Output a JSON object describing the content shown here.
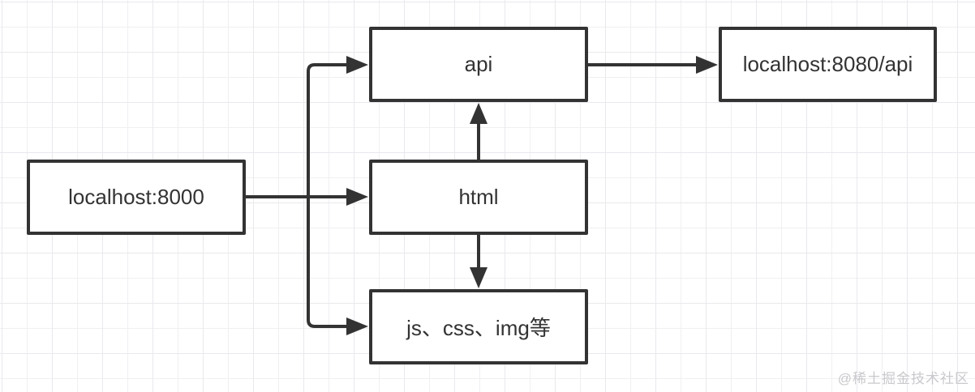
{
  "diagram": {
    "nodes": [
      {
        "id": "localhost-8000",
        "label": "localhost:8000"
      },
      {
        "id": "api",
        "label": "api"
      },
      {
        "id": "html",
        "label": "html"
      },
      {
        "id": "assets",
        "label": "js、css、img等"
      },
      {
        "id": "localhost-8080-api",
        "label": "localhost:8080/api"
      }
    ],
    "edges": [
      {
        "from": "localhost-8000",
        "to": "api",
        "arrow": "end"
      },
      {
        "from": "localhost-8000",
        "to": "html",
        "arrow": "end"
      },
      {
        "from": "localhost-8000",
        "to": "assets",
        "arrow": "end"
      },
      {
        "from": "api",
        "to": "localhost-8080-api",
        "arrow": "end"
      },
      {
        "from": "html",
        "to": "api",
        "arrow": "end"
      },
      {
        "from": "html",
        "to": "assets",
        "arrow": "end"
      }
    ]
  },
  "watermark": {
    "text": "@稀土掘金技术社区"
  },
  "colors": {
    "stroke": "#333333",
    "node_border": "#333333",
    "node_fill": "#ffffff",
    "text": "#333333",
    "grid_minor": "#f0f0f3",
    "grid_major": "#e9e9ee",
    "background": "#ffffff",
    "watermark": "#c9c9cd"
  }
}
